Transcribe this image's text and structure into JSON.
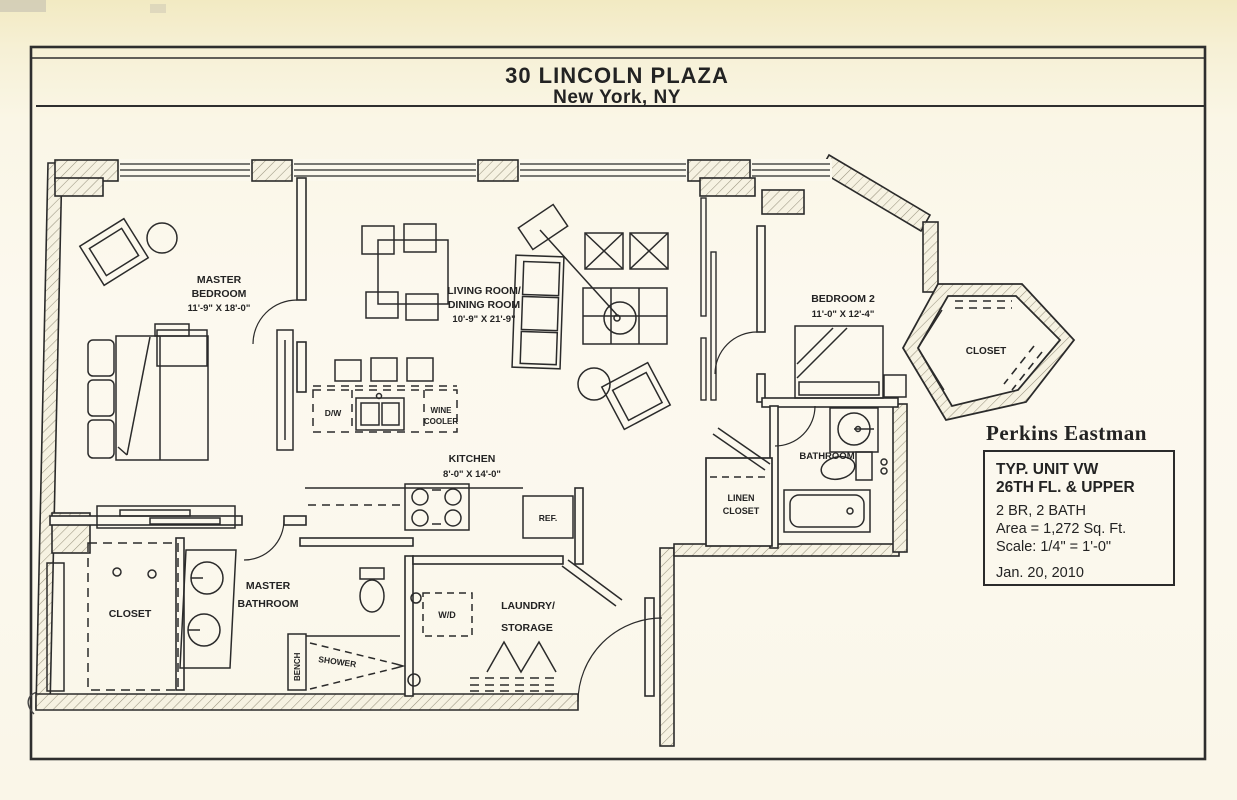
{
  "page": {
    "building": "30 LINCOLN PLAZA",
    "city": "New York, NY"
  },
  "architect": {
    "firm": "Perkins Eastman",
    "unit_line1": "TYP. UNIT  VW",
    "unit_line2": "26TH FL. & UPPER",
    "config": "2 BR, 2 BATH",
    "area": "Area = 1,272 Sq. Ft.",
    "scale": "Scale: 1/4\" = 1'-0\"",
    "date": "Jan. 20, 2010"
  },
  "rooms": {
    "master_bedroom": {
      "line1": "MASTER",
      "line2": "BEDROOM",
      "dims": "11'-9\" X 18'-0\""
    },
    "living_dining": {
      "line1": "LIVING ROOM/",
      "line2": "DINING ROOM",
      "dims": "10'-9\" X 21'-9\""
    },
    "bedroom2": {
      "line1": "BEDROOM 2",
      "dims": "11'-0\" X 12'-4\""
    },
    "kitchen": {
      "line1": "KITCHEN",
      "dims": "8'-0\" X 14'-0\""
    },
    "master_bathroom": {
      "line1": "MASTER",
      "line2": "BATHROOM"
    },
    "master_closet": {
      "line1": "CLOSET"
    },
    "bedroom2_closet": {
      "line1": "CLOSET"
    },
    "bathroom2": {
      "line1": "BATHROOM"
    },
    "linen_closet": {
      "line1": "LINEN",
      "line2": "CLOSET"
    },
    "laundry": {
      "line1": "LAUNDRY/",
      "line2": "STORAGE"
    }
  },
  "fixtures": {
    "dishwasher": "D/W",
    "wine_cooler_line1": "WINE",
    "wine_cooler_line2": "COOLER",
    "refrigerator": "REF.",
    "washer_dryer": "W/D",
    "bench": "BENCH",
    "shower": "SHOWER"
  },
  "colors": {
    "ink": "#262626",
    "paper": "#fbf8ed",
    "hatch": "#8f8b79"
  }
}
